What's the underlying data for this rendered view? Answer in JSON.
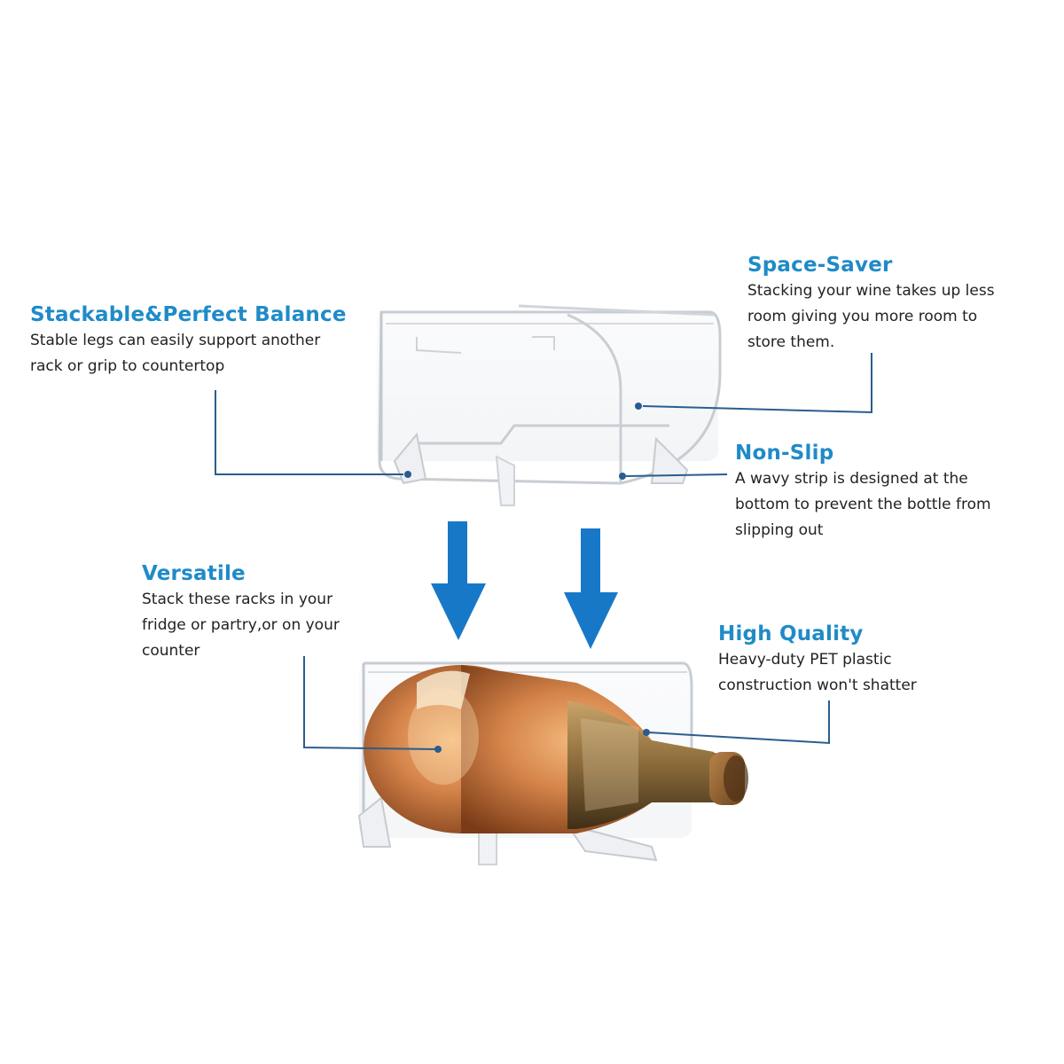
{
  "colors": {
    "title": "#1f8bc7",
    "text": "#222222",
    "leader_line": "#2a5d8f",
    "arrow": "#1878c8",
    "background": "#ffffff"
  },
  "features": {
    "stackable": {
      "title": "Stackable&Perfect Balance",
      "desc": "Stable legs can easily support another\nrack or grip to countertop"
    },
    "space_saver": {
      "title": "Space-Saver",
      "desc": " Stacking your wine takes up less\nroom giving  you more room to\nstore  them."
    },
    "non_slip": {
      "title": "Non-Slip",
      "desc": "A wavy strip is designed at the\nbottom to prevent the bottle from\nslipping out"
    },
    "versatile": {
      "title": "Versatile",
      "desc": "Stack these racks in your\nfridge or partry,or on your\ncounter"
    },
    "high_quality": {
      "title": "High Quality",
      "desc": "Heavy-duty PET plastic\nconstruction won't shatter"
    }
  },
  "icons": {
    "arrows": "arrow-down-icon"
  }
}
